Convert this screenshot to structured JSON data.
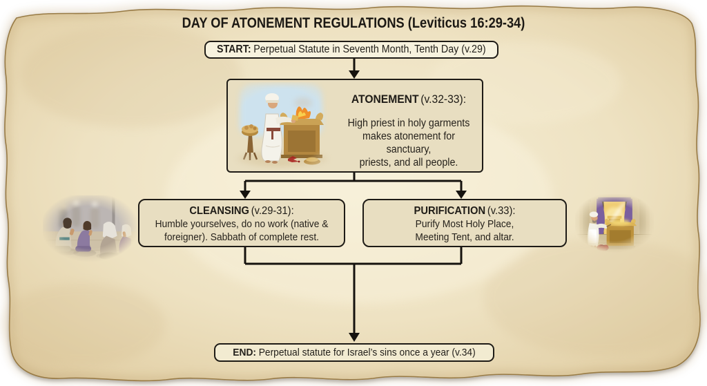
{
  "page": {
    "title": "DAY OF ATONEMENT REGULATIONS (Leviticus 16:29-34)"
  },
  "flow": {
    "start": {
      "label": "START:",
      "text": "Perpetual Statute in Seventh Month, Tenth Day (v.29)"
    },
    "atonement": {
      "heading": "ATONEMENT",
      "verse": "(v.32-33):",
      "body_lines": [
        "High priest in holy garments",
        "makes atonement for sanctuary,",
        "priests, and all people."
      ]
    },
    "cleansing": {
      "heading": "CLEANSING",
      "verse": "(v.29-31):",
      "body_lines": [
        "Humble yourselves, do no work (native &",
        "foreigner). Sabbath of complete rest."
      ]
    },
    "purification": {
      "heading": "PURIFICATION",
      "verse": "(v.33):",
      "body_lines": [
        "Purify Most Holy Place,",
        "Meeting Tent, and altar."
      ]
    },
    "end": {
      "label": "END:",
      "text": "Perpetual statute for Israel’s sins once a year (v.34)"
    }
  },
  "illustrations": {
    "atonement_scene": "high-priest-burning-offering-at-altar",
    "left_scene": "israelites-kneeling-in-prayer",
    "right_scene": "high-priest-sprinkling-blood-in-most-holy-place"
  },
  "colors": {
    "parchment": "#ecdfbe",
    "box_fill": "#e8dec1",
    "pill_fill": "#f7f2de",
    "border": "#1e1b16",
    "arrow": "#15120e",
    "sky": "#cde2ee",
    "gold": "#c49a48",
    "curtain_purple": "#7a5f9e",
    "blood_red": "#a82320"
  }
}
